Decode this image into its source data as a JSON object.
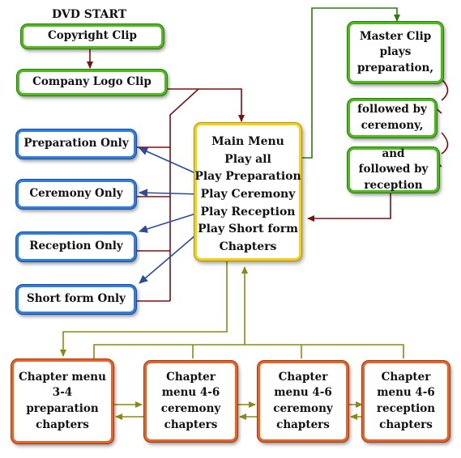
{
  "diagram": {
    "start_label": "DVD START",
    "copyright_clip": "Copyright Clip",
    "company_logo_clip": "Company Logo Clip",
    "left_options": {
      "preparation_only": "Preparation Only",
      "ceremony_only": "Ceremony Only",
      "reception_only": "Reception Only",
      "short_form_only": "Short form Only"
    },
    "main_menu": {
      "title": "Main Menu",
      "items": [
        "Play all",
        "Play Preparation",
        "Play Ceremony",
        "Play Reception",
        "Play Short form",
        "Chapters"
      ]
    },
    "right_chain": {
      "master_clip": "Master Clip plays preparation,",
      "followed_ceremony": "followed by ceremony,",
      "followed_reception": "and followed by reception"
    },
    "chapter_menus": [
      "Chapter menu 3-4 preparation chapters",
      "Chapter menu 4-6 ceremony chapters",
      "Chapter menu 4-6 ceremony chapters",
      "Chapter menu 4-6 reception chapters"
    ],
    "colors": {
      "green": "#4fb81e",
      "blue": "#2f7de0",
      "orange": "#e4642a",
      "yellow": "#f2d21b",
      "dark_red": "#7a1010",
      "navy": "#2e4a9a",
      "olive": "#8a8a12"
    }
  }
}
